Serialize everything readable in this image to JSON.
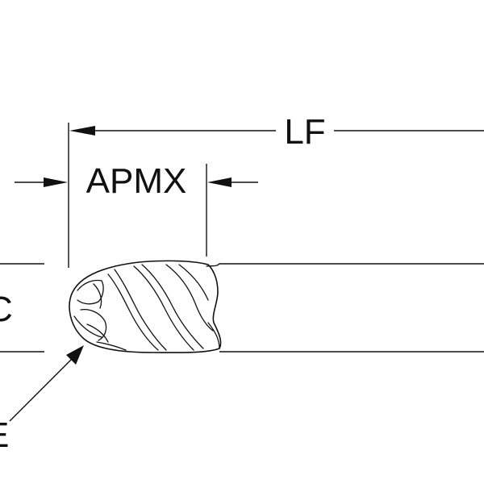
{
  "labels": {
    "lf": "LF",
    "apmx": "APMX",
    "dc": "C",
    "re": "E"
  },
  "colors": {
    "line": "#111111",
    "background": "#ffffff"
  }
}
